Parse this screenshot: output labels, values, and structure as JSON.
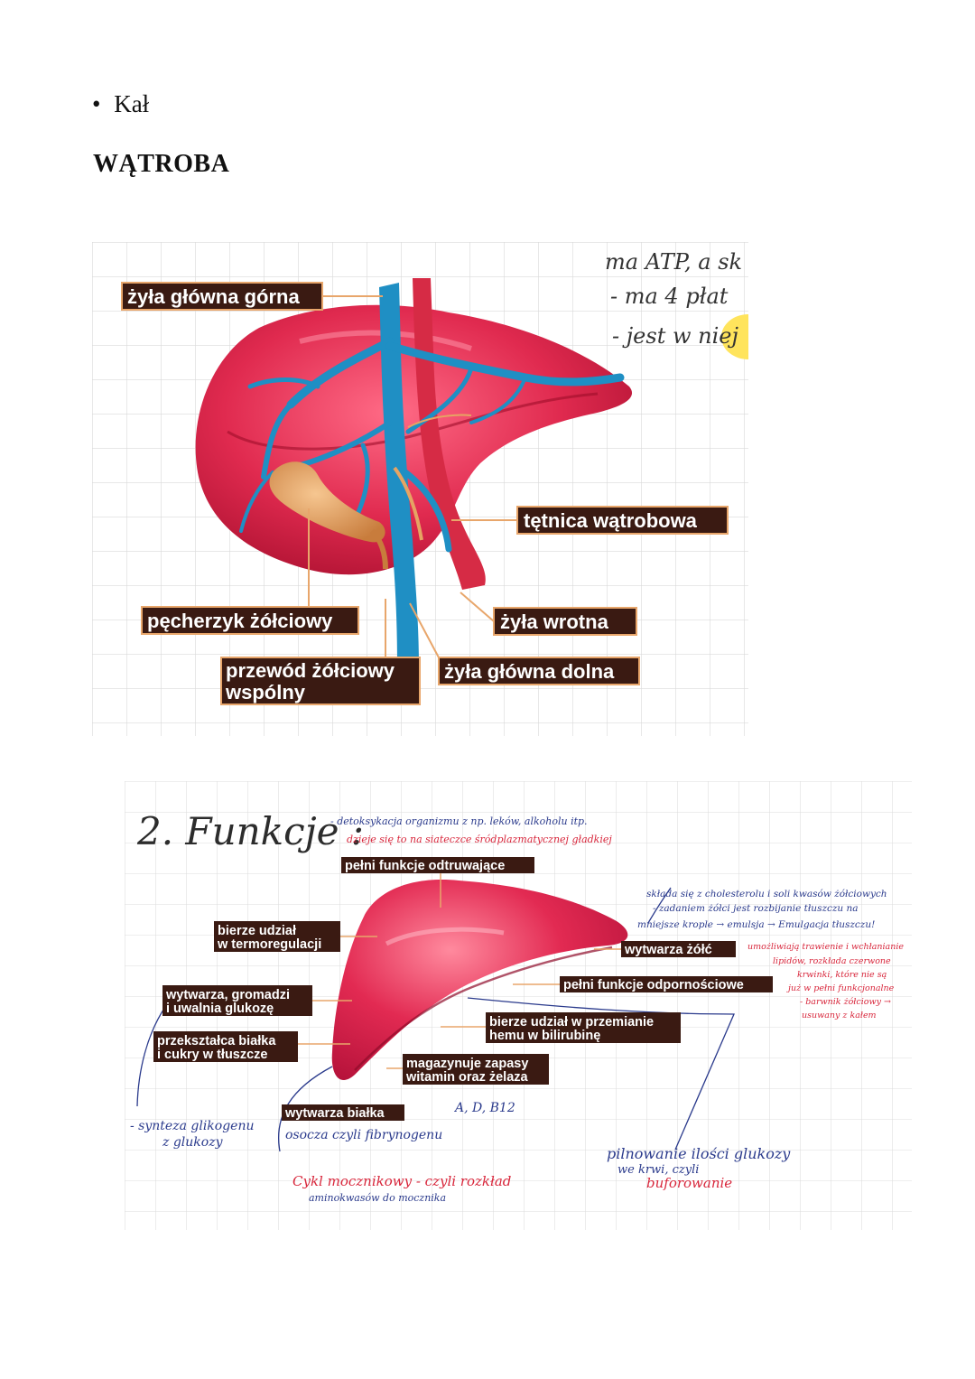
{
  "bullet": {
    "marker": "•",
    "text": "Kał"
  },
  "heading": "WĄTROBA",
  "figure1": {
    "labels": {
      "superior_vena_cava": "żyła główna górna",
      "hepatic_artery": "tętnica wątrobowa",
      "gallbladder": "pęcherzyk żółciowy",
      "portal_vein": "żyła wrotna",
      "common_bile_duct_1": "przewód żółciowy",
      "common_bile_duct_2": "wspólny",
      "inferior_vena_cava": "żyła główna dolna"
    },
    "handnotes": {
      "line1": "ma ATP, a sk",
      "line2": "- ma 4 płat",
      "line3": "- jest w niej"
    }
  },
  "figure2": {
    "title": "2. Funkcje :",
    "title_note1": "- detoksykacja organizmu z np. leków, alkoholu itp.",
    "title_note2": "dzieje się to na siateczce śródplazmatycznej gładkiej",
    "labels": {
      "detox": "pełni funkcje odtruwające",
      "thermo_1": "bierze udział",
      "thermo_2": "w termoregulacji",
      "glucose_1": "wytwarza, gromadzi",
      "glucose_2": "i uwalnia glukozę",
      "convert_1": "przekształca białka",
      "convert_2": "i cukry w tłuszcze",
      "bile": "wytwarza żółć",
      "immune": "pełni funkcje odpornościowe",
      "heme_1": "bierze udział w przemianie",
      "heme_2": "hemu w bilirubinę",
      "store_1": "magazynuje zapasy",
      "store_2": "witamin oraz żelaza",
      "protein": "wytwarza białka"
    },
    "notes": {
      "bile_1": "składa się z cholesterolu i soli kwasów żółciowych",
      "bile_2": "- zadaniem żółci jest rozbijanie tłuszczu na",
      "bile_3": "mniejsze krople → emulsja → Emulgacja tłuszczu!",
      "bile_4": "umożliwiają trawienie i wchłanianie",
      "bile_5": "lipidów, rozkłada czerwone",
      "bile_6": "krwinki, które nie są",
      "bile_7": "już w pełni funkcjonalne",
      "bile_8": "- barwnik żółciowy →",
      "bile_9": "usuwany z kałem",
      "glyco_1": "- synteza glikogenu",
      "glyco_2": "z glukozy",
      "vitamins": "A, D, B12",
      "protein_1": "osocza czyli fibrynogenu",
      "urea_1": "Cykl mocznikowy - czyli rozkład",
      "urea_2": "aminokwasów do mocznika",
      "sugar_1": "pilnowanie ilości glukozy",
      "sugar_2": "we krwi, czyli",
      "sugar_3": "buforowanie"
    }
  },
  "colors": {
    "label_bg": "#3a1a12",
    "label_border": "#e8a66b",
    "liver": "#d9234a",
    "vein": "#1f8fc4",
    "artery": "#d62b45",
    "gallbladder": "#e6a463",
    "note_blue": "#2a3a8c",
    "note_red": "#d8263b",
    "grid": "#d6d6d6",
    "highlight": "#ffe45c"
  }
}
